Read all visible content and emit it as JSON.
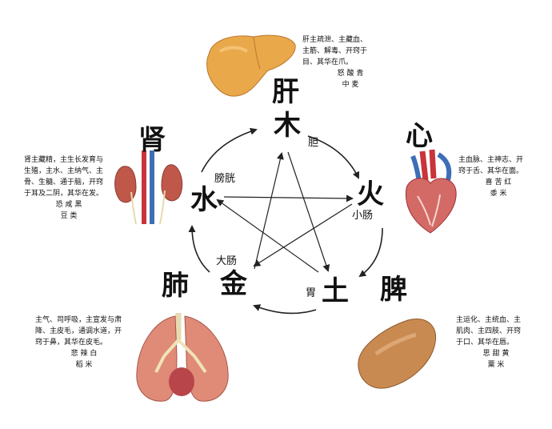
{
  "elements": {
    "wood": {
      "char": "木",
      "fu": "胆"
    },
    "fire": {
      "char": "火",
      "fu": "小肠"
    },
    "earth": {
      "char": "土",
      "fu": "胃"
    },
    "metal": {
      "char": "金",
      "fu": "大肠"
    },
    "water": {
      "char": "水",
      "fu": "膀胱"
    }
  },
  "organs": {
    "liver": {
      "name": "肝",
      "desc": [
        "肝主疏泄、主藏血、",
        "主筋、解毒、开窍于",
        "目、其华在爪。"
      ],
      "assoc": [
        "怒 酸 青",
        "中 麦"
      ]
    },
    "heart": {
      "name": "心",
      "desc": [
        "主血脉、主神志、开",
        "窍于舌、其华在面。"
      ],
      "assoc": [
        "喜 苦 红",
        "黍 米"
      ]
    },
    "spleen": {
      "name": "脾",
      "desc": [
        "主运化、主统血、主",
        "肌肉、主四肢、开窍",
        "于口、其华在唇。"
      ],
      "assoc": [
        "思 甜 黄",
        "粟 米"
      ]
    },
    "lung": {
      "name": "肺",
      "desc": [
        "主气、司呼吸，主宣发与肃",
        "降、主皮毛，通调水道，开",
        "窍于鼻，其华在皮毛。"
      ],
      "assoc": [
        "悲 辣 白",
        "稻 米"
      ]
    },
    "kidney": {
      "name": "肾",
      "desc": [
        "肾主藏精，主生长发育与",
        "生殖，主水、主纳气、主",
        "骨、生髓、通于脑，开窍",
        "于耳及二阴，其华在发。"
      ],
      "assoc": [
        "恐 咸 黑",
        "豆 类"
      ]
    }
  },
  "colors": {
    "liver": "#e9a84a",
    "heart_red": "#c8343a",
    "heart_blue": "#3d6fb5",
    "spleen": "#c98a52",
    "lung": "#e08a78",
    "kidney": "#c0584a",
    "arrow": "#222222"
  }
}
